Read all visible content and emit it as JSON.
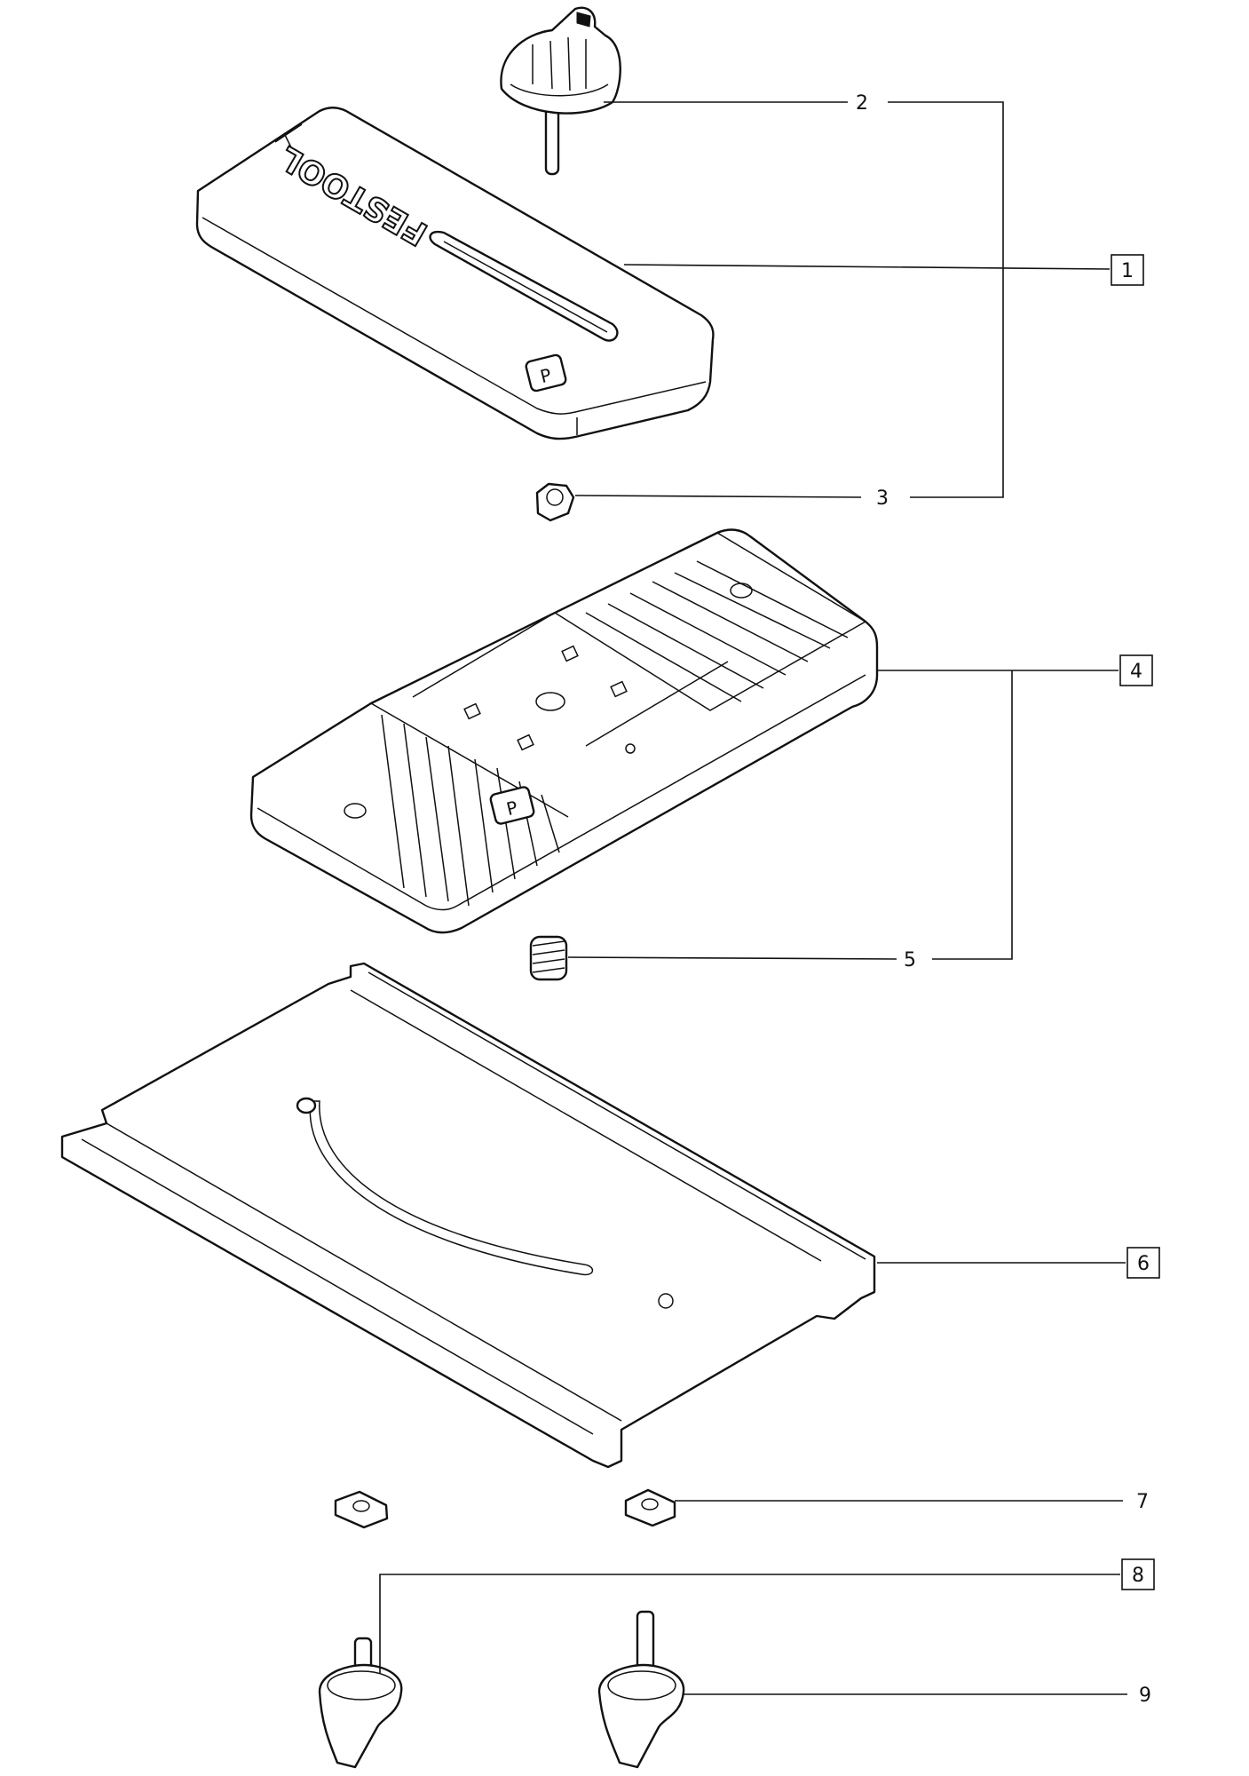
{
  "brand_mark": "FESTOOL",
  "callouts": [
    {
      "id": "2",
      "text": "2",
      "boxed": false
    },
    {
      "id": "1",
      "text": "1",
      "boxed": true
    },
    {
      "id": "3",
      "text": "3",
      "boxed": false
    },
    {
      "id": "4",
      "text": "4",
      "boxed": true
    },
    {
      "id": "5",
      "text": "5",
      "boxed": false
    },
    {
      "id": "6",
      "text": "6",
      "boxed": true
    },
    {
      "id": "7",
      "text": "7",
      "boxed": false
    },
    {
      "id": "8",
      "text": "8",
      "boxed": true
    },
    {
      "id": "9",
      "text": "9",
      "boxed": false
    }
  ]
}
